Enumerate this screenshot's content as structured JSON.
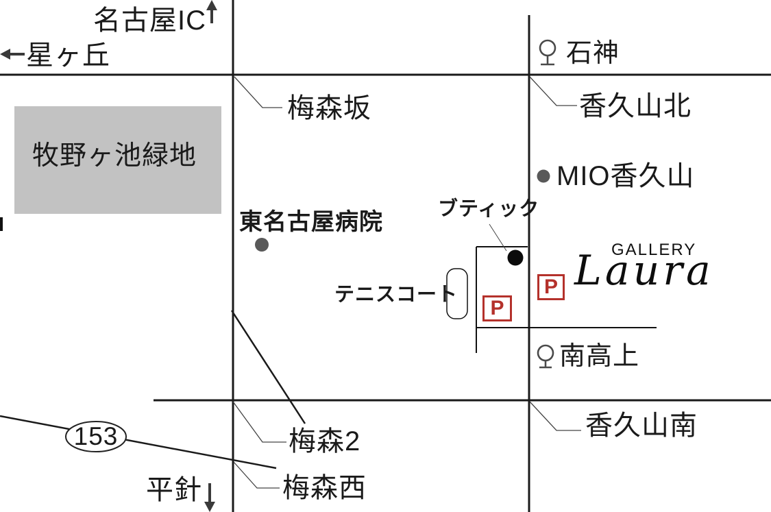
{
  "directions": {
    "nagoya_ic": "名古屋IC",
    "hoshigaoka": "星ヶ丘",
    "hirabari": "平針"
  },
  "areas": {
    "makinogaike_park": "牧野ヶ池緑地",
    "tennis_court": "テニスコート"
  },
  "landmarks": {
    "hospital": "東名古屋病院",
    "mio_kaguyama": "MIO香久山",
    "boutique": "ブティック"
  },
  "bus_stops": {
    "ishigami": "石神",
    "minami_takagami": "南高上"
  },
  "intersections": {
    "umemorizaka": "梅森坂",
    "kaguyama_kita": "香久山北",
    "kaguyama_minami": "香久山南",
    "umemori_2": "梅森2",
    "umemori_nishi": "梅森西"
  },
  "route": {
    "number": "153"
  },
  "gallery": {
    "word": "GALLERY",
    "name": "Laura"
  },
  "parking": {
    "label": "P"
  },
  "colors": {
    "parking_red": "#b4312b",
    "road_black": "#1a1a1a",
    "park_gray": "#c2c2c2",
    "dot_gray": "#595959",
    "boutique_dot_black": "#0b0b0b"
  }
}
